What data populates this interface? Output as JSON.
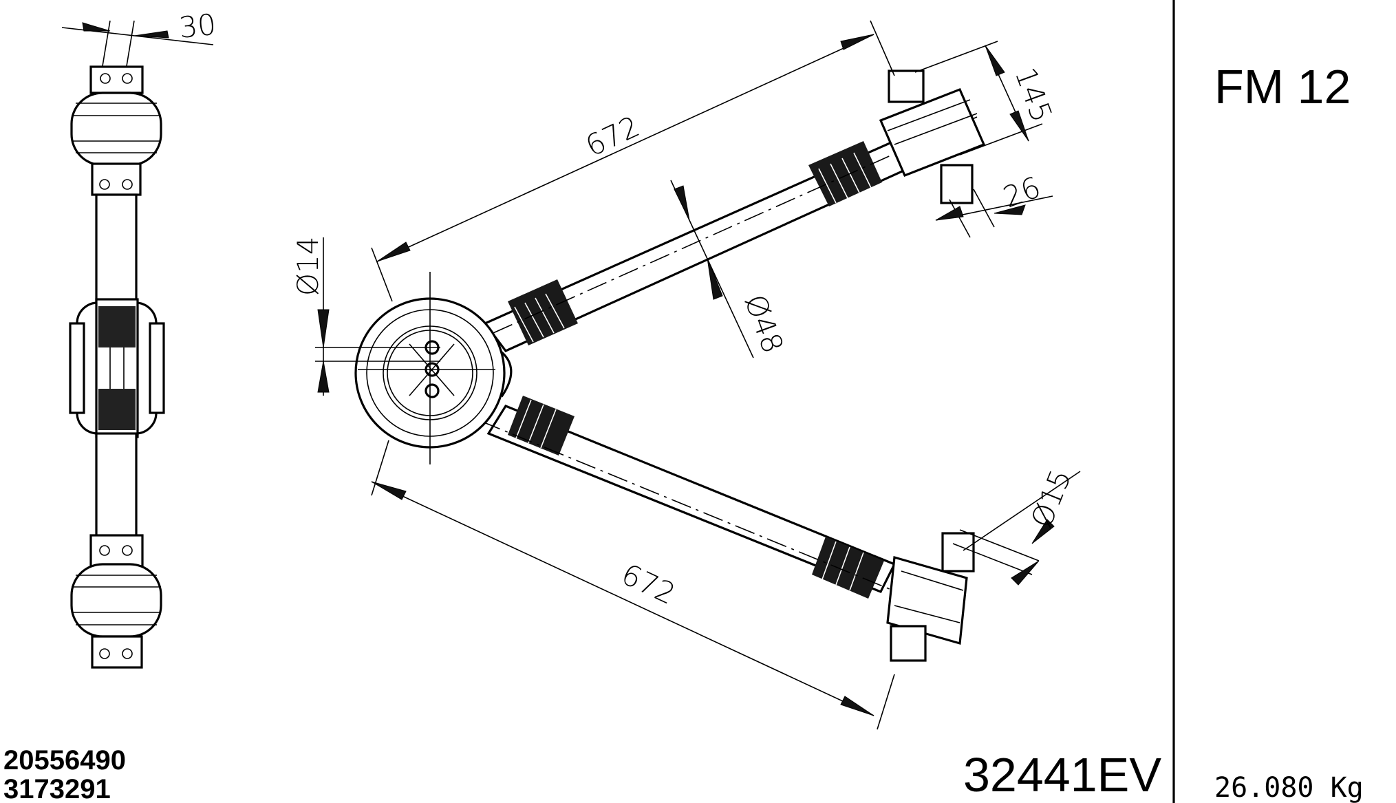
{
  "model": "FM 12",
  "drawing_number": "32441EV",
  "weight": "26.080 Kg",
  "reference_numbers": [
    "20556490",
    "3173291"
  ],
  "dimensions": {
    "side_width": "30",
    "arm_length_upper": "672",
    "arm_length_lower": "672",
    "bushing_height": "145",
    "pin_diameter": "26",
    "center_bore": "Ø14",
    "tube_diameter": "Ø48",
    "pin_bore": "Ø15"
  }
}
